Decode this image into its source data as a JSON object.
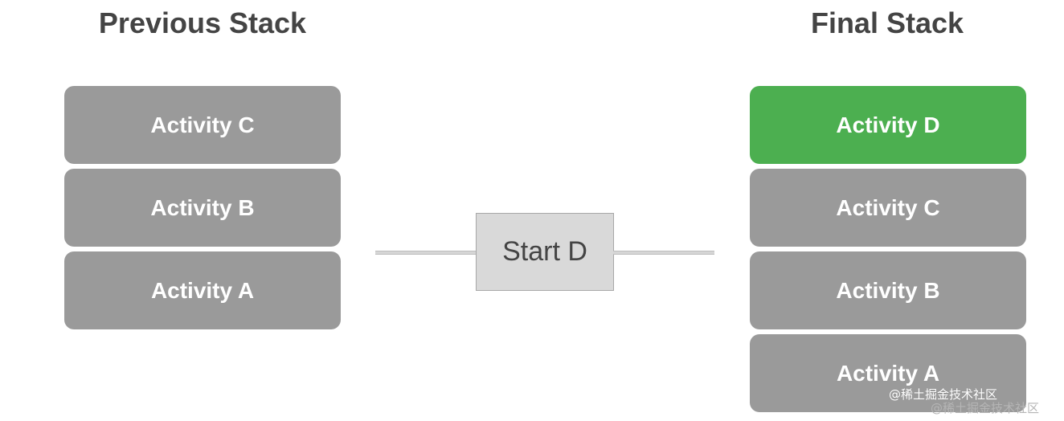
{
  "left_panel": {
    "title": "Previous Stack",
    "activities": [
      "Activity C",
      "Activity B",
      "Activity A"
    ]
  },
  "action": {
    "label": "Start D"
  },
  "right_panel": {
    "title": "Final Stack",
    "activities": [
      "Activity D",
      "Activity C",
      "Activity B",
      "Activity A"
    ]
  },
  "colors": {
    "existing_activity": "#9a9a9a",
    "new_activity": "#4caf50",
    "action_box": "#d9d9d9",
    "title_text": "#444444"
  },
  "watermark": {
    "line1": "@稀土掘金技术社区",
    "line2": "@稀土掘金技术社区"
  }
}
